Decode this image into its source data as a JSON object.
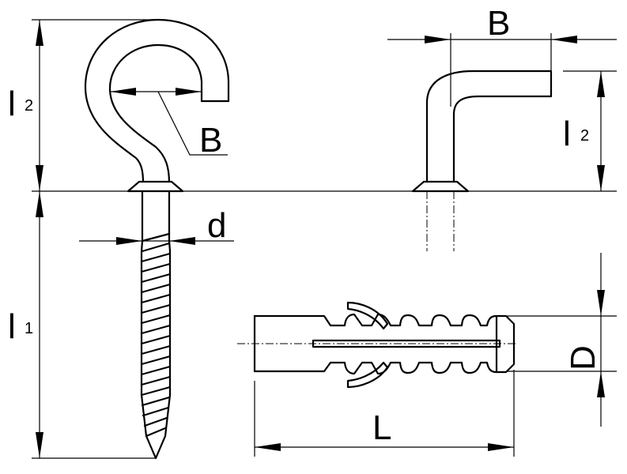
{
  "labels": {
    "hook_l2": "l",
    "hook_l2_sub": "2",
    "hook_b": "B",
    "screw_d": "d",
    "screw_l1": "l",
    "screw_l1_sub": "1",
    "angle_b": "B",
    "angle_l2": "l",
    "angle_l2_sub": "2",
    "dowel_d": "D",
    "dowel_l": "L"
  }
}
